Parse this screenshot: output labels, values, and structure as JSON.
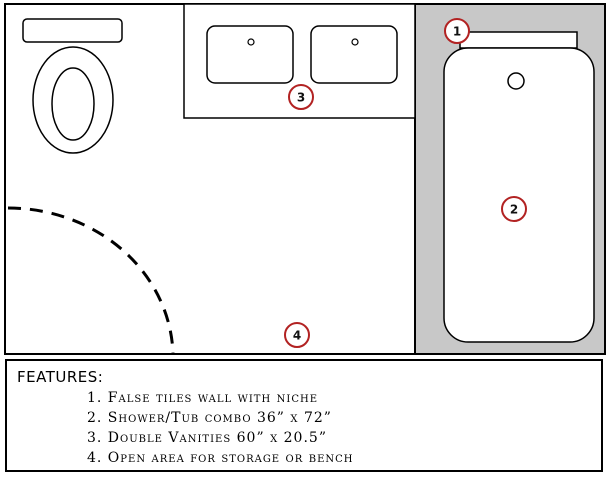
{
  "markers": {
    "m1": "1",
    "m2": "2",
    "m3": "3",
    "m4": "4"
  },
  "colors": {
    "tub_area": "#c8c8c8",
    "marker_ring": "#b22222",
    "wall": "#000000"
  },
  "features": {
    "title": "FEATURES:",
    "items": [
      "1. False tiles wall with niche",
      "2. Shower/Tub combo 36” x 72”",
      "3. Double Vanities 60” x 20.5”",
      "4. Open area for storage or bench"
    ]
  }
}
